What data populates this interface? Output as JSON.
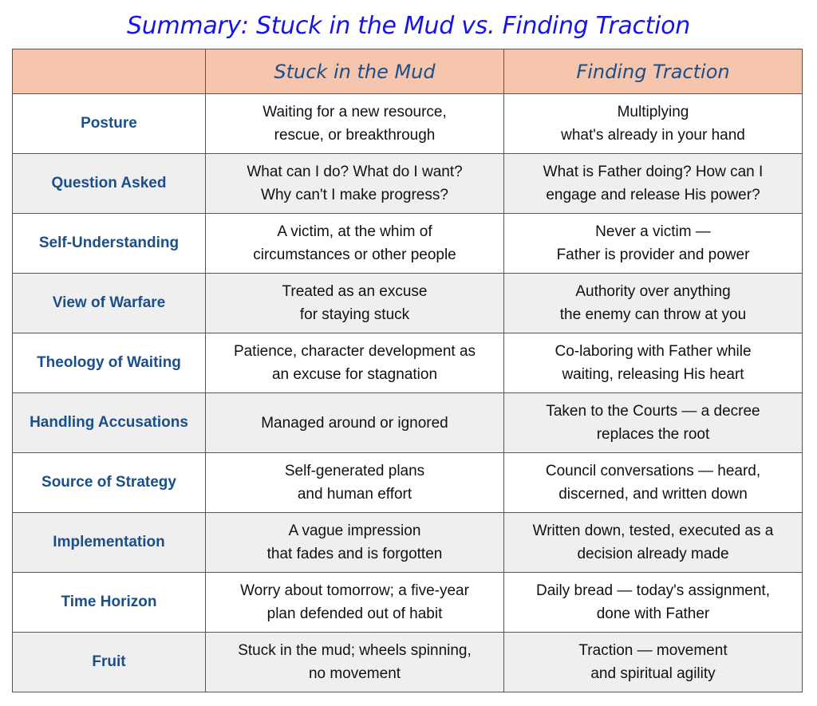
{
  "title": "Summary: Stuck in the Mud vs. Finding Traction",
  "columns": [
    "",
    "Stuck in the Mud",
    "Finding Traction"
  ],
  "rows": [
    {
      "label": "Posture",
      "stuck": [
        "Waiting for a new resource,",
        "rescue, or breakthrough"
      ],
      "traction": [
        "Multiplying",
        "what's already in your hand"
      ]
    },
    {
      "label": "Question Asked",
      "stuck": [
        "What can I do? What do I want?",
        "Why can't I make progress?"
      ],
      "traction": [
        "What is Father doing? How can I",
        "engage and release His power?"
      ]
    },
    {
      "label": "Self-Understanding",
      "stuck": [
        "A victim, at the whim of",
        "circumstances or other people"
      ],
      "traction": [
        "Never a victim —",
        "Father is provider and power"
      ]
    },
    {
      "label": "View of Warfare",
      "stuck": [
        "Treated as an excuse",
        "for staying stuck"
      ],
      "traction": [
        "Authority over anything",
        "the enemy can throw at you"
      ]
    },
    {
      "label": "Theology of Waiting",
      "stuck": [
        "Patience, character development as",
        "an excuse for stagnation"
      ],
      "traction": [
        "Co-laboring with Father while",
        "waiting, releasing His heart"
      ]
    },
    {
      "label": "Handling Accusations",
      "stuck": [
        "Managed around or ignored"
      ],
      "traction": [
        "Taken to the Courts — a decree",
        "replaces the root"
      ]
    },
    {
      "label": "Source of Strategy",
      "stuck": [
        "Self-generated plans",
        "and human effort"
      ],
      "traction": [
        "Council conversations — heard,",
        "discerned, and written down"
      ]
    },
    {
      "label": "Implementation",
      "stuck": [
        "A vague impression",
        "that fades and is forgotten"
      ],
      "traction": [
        "Written down, tested, executed as a",
        "decision already made"
      ]
    },
    {
      "label": "Time Horizon",
      "stuck": [
        "Worry about tomorrow; a five-year",
        "plan defended out of habit"
      ],
      "traction": [
        "Daily bread — today's assignment,",
        "done with Father"
      ]
    },
    {
      "label": "Fruit",
      "stuck": [
        "Stuck in the mud; wheels spinning,",
        "no movement"
      ],
      "traction": [
        "Traction — movement",
        "and spiritual agility"
      ]
    }
  ],
  "colors": {
    "title": "#1515e6",
    "header_bg": "#f5c5ae",
    "header_text": "#1a4f8a",
    "label_text": "#1a4f8a",
    "stripe_bg": "#efefef"
  }
}
